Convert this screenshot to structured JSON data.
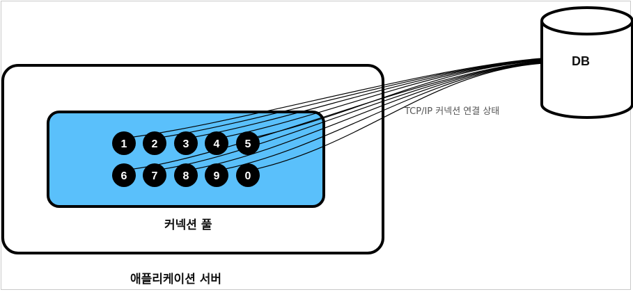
{
  "diagram": {
    "app_server_label": "애플리케이션 서버",
    "pool_label": "커넥션 풀",
    "db_label": "DB",
    "link_label": "TCP/IP 커넥션 연결 상태",
    "connections": [
      "1",
      "2",
      "3",
      "4",
      "5",
      "6",
      "7",
      "8",
      "9",
      "0"
    ],
    "colors": {
      "pool_fill": "#5AC0FB",
      "connection_fill": "#000000",
      "connection_text": "#FFFFFF",
      "stroke": "#000000"
    }
  }
}
